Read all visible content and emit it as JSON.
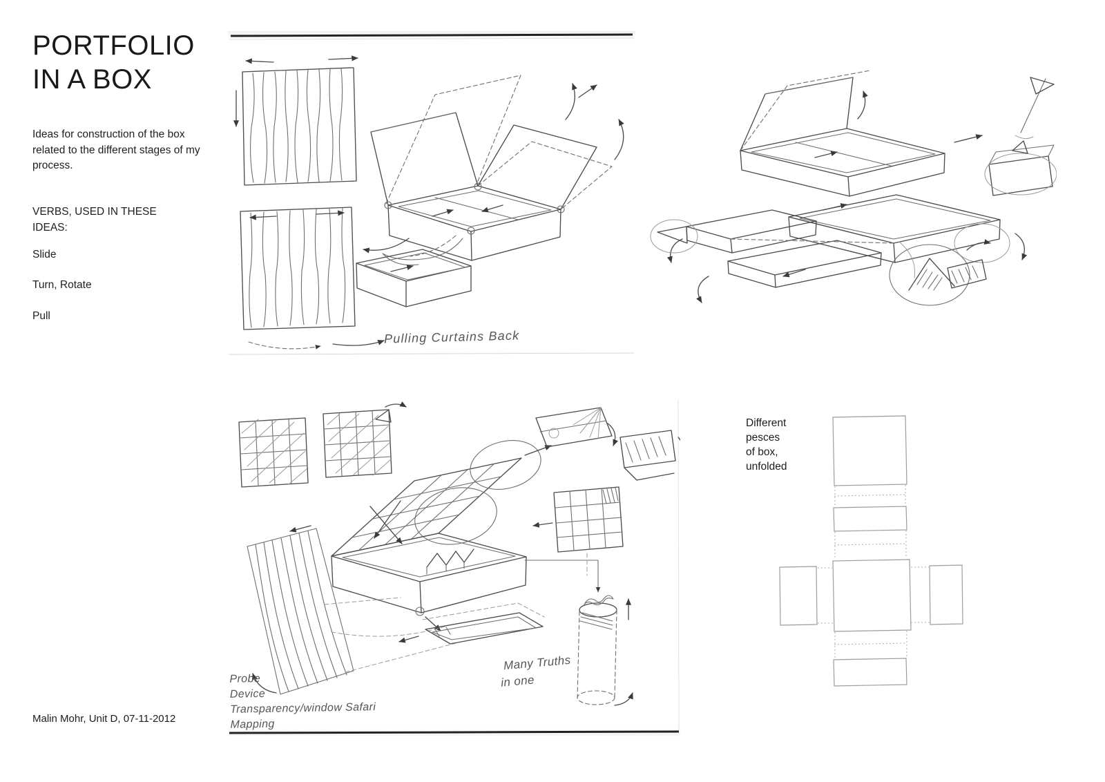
{
  "page": {
    "title_line1": "PORTFOLIO",
    "title_line2": "IN A BOX",
    "intro": "Ideas for construction of the box related to the different stages of my process.",
    "verbs_heading": "VERBS, USED IN THESE IDEAS:",
    "verbs": [
      "Slide",
      "Turn, Rotate",
      "Pull"
    ],
    "footer": "Malin Mohr, Unit D, 07-11-2012"
  },
  "top_sketch": {
    "caption": "Pulling Curtains Back"
  },
  "bottom_sketch": {
    "notes": [
      "Probe",
      "Device",
      "Transparency/window Safari",
      "Mapping"
    ],
    "caption_line1": "Many Truths",
    "caption_line2": "in one"
  },
  "unfolded": {
    "label_lines": [
      "Different",
      "pesces",
      "of box,",
      "unfolded"
    ]
  }
}
